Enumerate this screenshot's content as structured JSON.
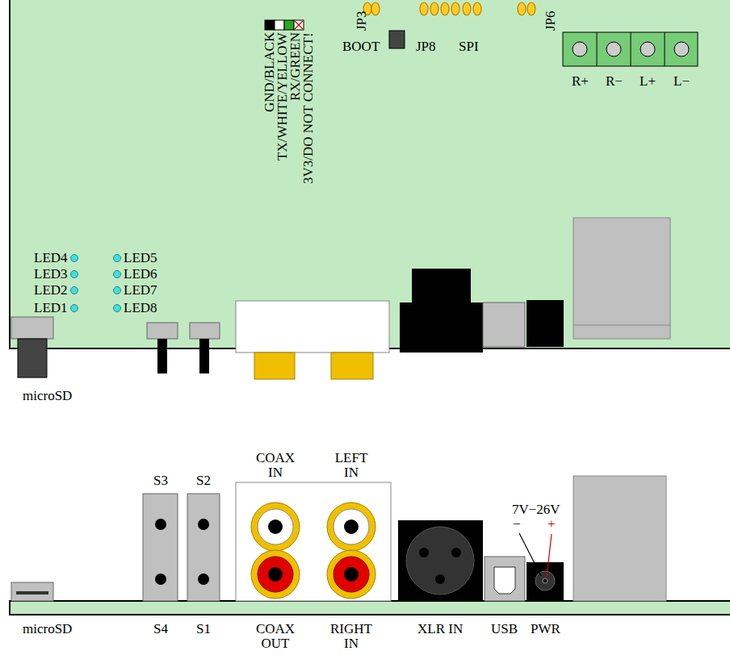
{
  "diagram": {
    "labels": [
      "GND/BLACK",
      "TX/WHITE/YELLOW",
      "RX/GREEN",
      "3V3/DO NOT CONNECT!",
      "JP3",
      "BOOT",
      "JP8",
      "SPI",
      "JP6",
      "R+",
      "R−",
      "L+",
      "L−",
      "LED4",
      "LED5",
      "LED3",
      "LED6",
      "LED2",
      "LED7",
      "LED1",
      "LED8",
      "microSD",
      "COAX IN",
      "LEFT IN",
      "S3",
      "S2",
      "7V−26V",
      "−",
      "+",
      "microSD",
      "S4",
      "S1",
      "COAX OUT",
      "RIGHT IN",
      "XLR IN",
      "USB",
      "PWR"
    ]
  }
}
